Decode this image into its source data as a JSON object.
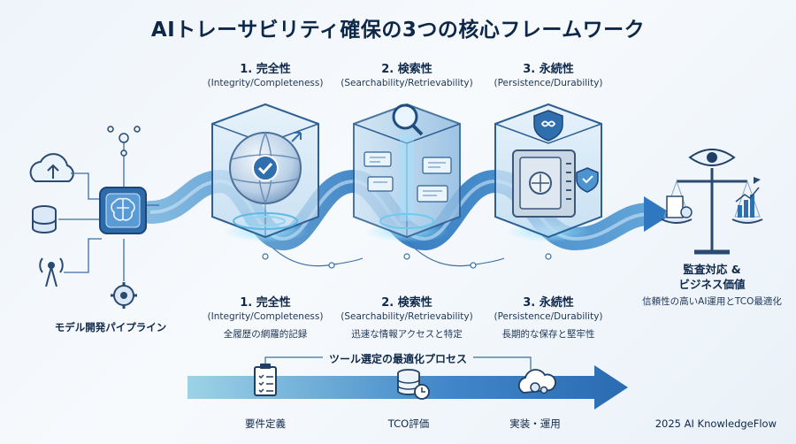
{
  "title": "AIトレーサビリティ確保の3つの核心フレームワーク",
  "frameworks": [
    {
      "name": "1. 完全性",
      "english": "(Integrity/Completeness)",
      "description": "全履歴の網羅的記録"
    },
    {
      "name": "2. 検索性",
      "english": "(Searchability/Retrievability)",
      "description": "迅速な情報アクセスと特定"
    },
    {
      "name": "3. 永続性",
      "english": "(Persistence/Durability)",
      "description": "長期的な保存と堅牢性"
    }
  ],
  "pipeline": {
    "label": "モデル開発パイプライン"
  },
  "audit": {
    "title_line1": "監査対応 &",
    "title_line2": "ビジネス価値",
    "subtitle": "信頼性の高いAI運用とTCO最適化"
  },
  "process": {
    "title": "ツール選定の最適化プロセス",
    "steps": [
      {
        "label": "要件定義",
        "icon": "clipboard-checklist-icon"
      },
      {
        "label": "TCO評価",
        "icon": "coins-clock-icon"
      },
      {
        "label": "実装・運用",
        "icon": "cloud-gears-icon"
      }
    ]
  },
  "footer": "2025 AI KnowledgeFlow",
  "colors": {
    "primary": "#1e5f9e",
    "accent": "#4aa3d8",
    "dark": "#0d2748",
    "teal": "#3fb6c9"
  }
}
